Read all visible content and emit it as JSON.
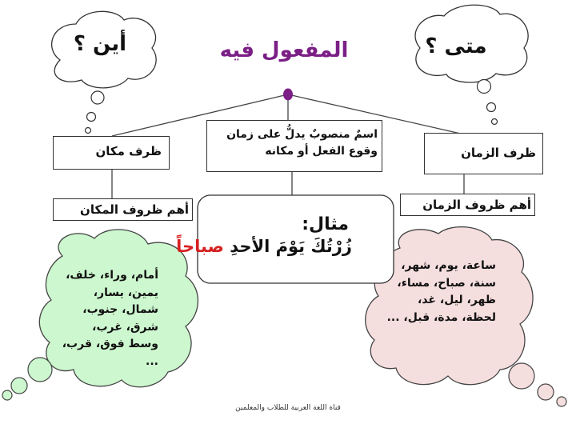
{
  "title": "المفعول فيه",
  "questions": {
    "place": "أين ؟",
    "time": "متى ؟"
  },
  "definition": [
    "اسمٌ منصوبٌ يدلُّ على زمان",
    "وقوع الفعل أو مكانه"
  ],
  "branches": {
    "place": "ظرف مكان",
    "time": "ظرف الزمان"
  },
  "important": {
    "place": "أهم ظروف المكان",
    "time": "أهم ظروف الزمان"
  },
  "example": {
    "heading": "مثال:",
    "sentence_main": "زُرْتُكَ يَوْمَ الأحدِ",
    "sentence_highlight": "صباحاً"
  },
  "place_list": [
    "أمام، وراء، خلف،",
    "يمين، يسار،",
    "شمال، جنوب،",
    "شرق، غرب،",
    "وسط فوق، قرب،",
    "..."
  ],
  "time_list": [
    "ساعة، يوم، شهر،",
    "سنة، صباح، مساء،",
    "ظهر، ليل، غد،",
    "لحظة، مدة، قبل، ..."
  ],
  "footer": "قناة اللغة العربية للطلاب والمعلمين",
  "colors": {
    "title": "#7b1f86",
    "dot": "#7b1f86",
    "green_cloud": "#cdf7cf",
    "pink_cloud": "#f5dede",
    "highlight": "#d62020"
  }
}
